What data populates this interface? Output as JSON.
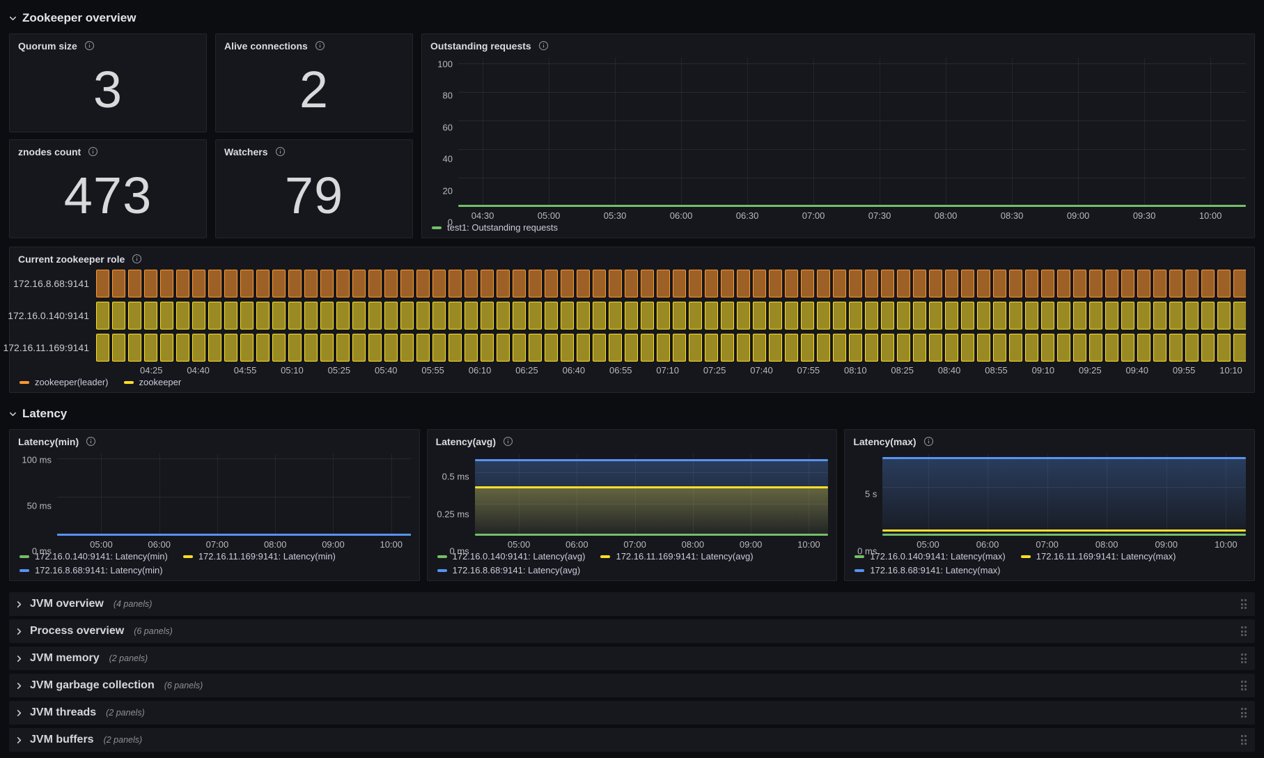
{
  "sections": [
    {
      "title": "Zookeeper overview"
    },
    {
      "title": "Latency"
    }
  ],
  "stats": [
    {
      "title": "Quorum size",
      "value": "3"
    },
    {
      "title": "Alive connections",
      "value": "2"
    },
    {
      "title": "znodes count",
      "value": "473"
    },
    {
      "title": "Watchers",
      "value": "79"
    }
  ],
  "colors": {
    "green": "#73bf69",
    "yellow": "#fade2a",
    "blue": "#5794f2",
    "orange": "#ff9830",
    "panel_bg": "#16171c",
    "page_bg": "#0c0d10"
  },
  "chart_data": [
    {
      "type": "line",
      "title": "Outstanding requests",
      "ylim": [
        0,
        104
      ],
      "y_ticks": [
        {
          "label": "100",
          "value": 100
        },
        {
          "label": "80",
          "value": 80
        },
        {
          "label": "60",
          "value": 60
        },
        {
          "label": "40",
          "value": 40
        },
        {
          "label": "20",
          "value": 20
        },
        {
          "label": "0",
          "value": 0
        }
      ],
      "x_ticks": [
        "04:30",
        "05:00",
        "05:30",
        "06:00",
        "06:30",
        "07:00",
        "07:30",
        "08:00",
        "08:30",
        "09:00",
        "09:30",
        "10:00"
      ],
      "x_first_frac": 0.031,
      "x_last_frac": 0.955,
      "grid": true,
      "legend_position": "bottom",
      "series": [
        {
          "name": "test1: Outstanding requests",
          "color": "#73bf69",
          "value": 0,
          "fill": false
        }
      ],
      "legend_rows": [
        [
          {
            "label": "test1: Outstanding requests",
            "color": "#73bf69"
          }
        ]
      ]
    },
    {
      "type": "state-timeline",
      "title": "Current zookeeper role",
      "rows": [
        {
          "label": "172.16.8.68:9141",
          "state": "zookeeper(leader)",
          "color": "#ff9830"
        },
        {
          "label": "172.16.0.140:9141",
          "state": "zookeeper",
          "color": "#fade2a"
        },
        {
          "label": "172.16.11.169:9141",
          "state": "zookeeper",
          "color": "#fade2a"
        }
      ],
      "x_ticks": [
        "04:25",
        "04:40",
        "04:55",
        "05:10",
        "05:25",
        "05:40",
        "05:55",
        "06:10",
        "06:25",
        "06:40",
        "06:55",
        "07:10",
        "07:25",
        "07:40",
        "07:55",
        "08:10",
        "08:25",
        "08:40",
        "08:55",
        "09:10",
        "09:25",
        "09:40",
        "09:55",
        "10:10"
      ],
      "x_first_frac": 0.048,
      "x_last_frac": 0.987,
      "legend_rows": [
        [
          {
            "label": "zookeeper(leader)",
            "color": "#ff9830"
          },
          {
            "label": "zookeeper",
            "color": "#fade2a"
          }
        ]
      ]
    },
    {
      "type": "line",
      "title": "Latency(min)",
      "ylim": [
        0,
        107
      ],
      "y_ticks": [
        {
          "label": "100 ms",
          "value": 100
        },
        {
          "label": "50 ms",
          "value": 50
        },
        {
          "label": "0 ms",
          "value": 0
        }
      ],
      "x_ticks": [
        "05:00",
        "06:00",
        "07:00",
        "08:00",
        "09:00",
        "10:00"
      ],
      "x_first_frac": 0.125,
      "x_last_frac": 0.945,
      "grid": true,
      "legend_position": "bottom",
      "series": [
        {
          "name": "172.16.0.140:9141: Latency(min)",
          "color": "#73bf69",
          "value": 0,
          "fill": false
        },
        {
          "name": "172.16.11.169:9141: Latency(min)",
          "color": "#fade2a",
          "value": 0,
          "fill": false
        },
        {
          "name": "172.16.8.68:9141: Latency(min)",
          "color": "#5794f2",
          "value": 0,
          "fill": false
        }
      ],
      "legend_rows": [
        [
          {
            "label": "172.16.0.140:9141: Latency(min)",
            "color": "#73bf69"
          },
          {
            "label": "172.16.11.169:9141: Latency(min)",
            "color": "#fade2a"
          }
        ],
        [
          {
            "label": "172.16.8.68:9141: Latency(min)",
            "color": "#5794f2"
          }
        ]
      ]
    },
    {
      "type": "line",
      "title": "Latency(avg)",
      "ylim": [
        0,
        0.655
      ],
      "y_ticks": [
        {
          "label": "0.5 ms",
          "value": 0.5
        },
        {
          "label": "0.25 ms",
          "value": 0.25
        },
        {
          "label": "0 ms",
          "value": 0
        }
      ],
      "x_ticks": [
        "05:00",
        "06:00",
        "07:00",
        "08:00",
        "09:00",
        "10:00"
      ],
      "x_first_frac": 0.125,
      "x_last_frac": 0.945,
      "grid": true,
      "legend_position": "bottom",
      "series": [
        {
          "name": "172.16.8.68:9141: Latency(avg)",
          "color": "#5794f2",
          "value": 0.605,
          "fill": true
        },
        {
          "name": "172.16.11.169:9141: Latency(avg)",
          "color": "#fade2a",
          "value": 0.385,
          "fill": true
        },
        {
          "name": "172.16.0.140:9141: Latency(avg)",
          "color": "#73bf69",
          "value": 0,
          "fill": false
        }
      ],
      "legend_rows": [
        [
          {
            "label": "172.16.0.140:9141: Latency(avg)",
            "color": "#73bf69"
          },
          {
            "label": "172.16.11.169:9141: Latency(avg)",
            "color": "#fade2a"
          }
        ],
        [
          {
            "label": "172.16.8.68:9141: Latency(avg)",
            "color": "#5794f2"
          }
        ]
      ]
    },
    {
      "type": "line",
      "title": "Latency(max)",
      "ylim": [
        0,
        8.5
      ],
      "y_ticks": [
        {
          "label": "5 s",
          "value": 5
        },
        {
          "label": "0 ms",
          "value": 0
        }
      ],
      "x_ticks": [
        "05:00",
        "06:00",
        "07:00",
        "08:00",
        "09:00",
        "10:00"
      ],
      "x_first_frac": 0.125,
      "x_last_frac": 0.945,
      "grid": true,
      "legend_position": "bottom",
      "series": [
        {
          "name": "172.16.8.68:9141: Latency(max)",
          "color": "#5794f2",
          "value": 8.0,
          "fill": true
        },
        {
          "name": "172.16.11.169:9141: Latency(max)",
          "color": "#fade2a",
          "value": 0.55,
          "fill": false
        },
        {
          "name": "172.16.0.140:9141: Latency(max)",
          "color": "#73bf69",
          "value": 0,
          "fill": false
        }
      ],
      "legend_rows": [
        [
          {
            "label": "172.16.0.140:9141: Latency(max)",
            "color": "#73bf69"
          },
          {
            "label": "172.16.11.169:9141: Latency(max)",
            "color": "#fade2a"
          }
        ],
        [
          {
            "label": "172.16.8.68:9141: Latency(max)",
            "color": "#5794f2"
          }
        ]
      ]
    }
  ],
  "collapsed_rows": [
    {
      "title": "JVM overview",
      "count": "(4 panels)"
    },
    {
      "title": "Process overview",
      "count": "(6 panels)"
    },
    {
      "title": "JVM memory",
      "count": "(2 panels)"
    },
    {
      "title": "JVM garbage collection",
      "count": "(6 panels)"
    },
    {
      "title": "JVM threads",
      "count": "(2 panels)"
    },
    {
      "title": "JVM buffers",
      "count": "(2 panels)"
    }
  ]
}
